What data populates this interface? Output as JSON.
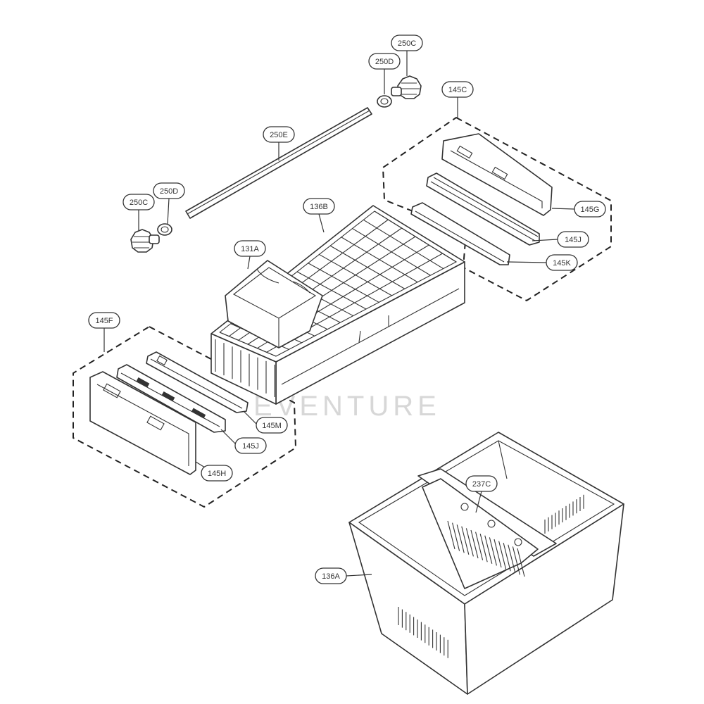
{
  "watermark": "EVENTURE",
  "labels": {
    "l250C_top": "250C",
    "l250D_top": "250D",
    "l145C": "145C",
    "l250E": "250E",
    "l250C_left": "250C",
    "l250D_left": "250D",
    "l136B": "136B",
    "l131A": "131A",
    "l145G": "145G",
    "l145J_right": "145J",
    "l145K": "145K",
    "l145F": "145F",
    "l145M": "145M",
    "l145J_left": "145J",
    "l145H": "145H",
    "l237C": "237C",
    "l136A": "136A"
  }
}
